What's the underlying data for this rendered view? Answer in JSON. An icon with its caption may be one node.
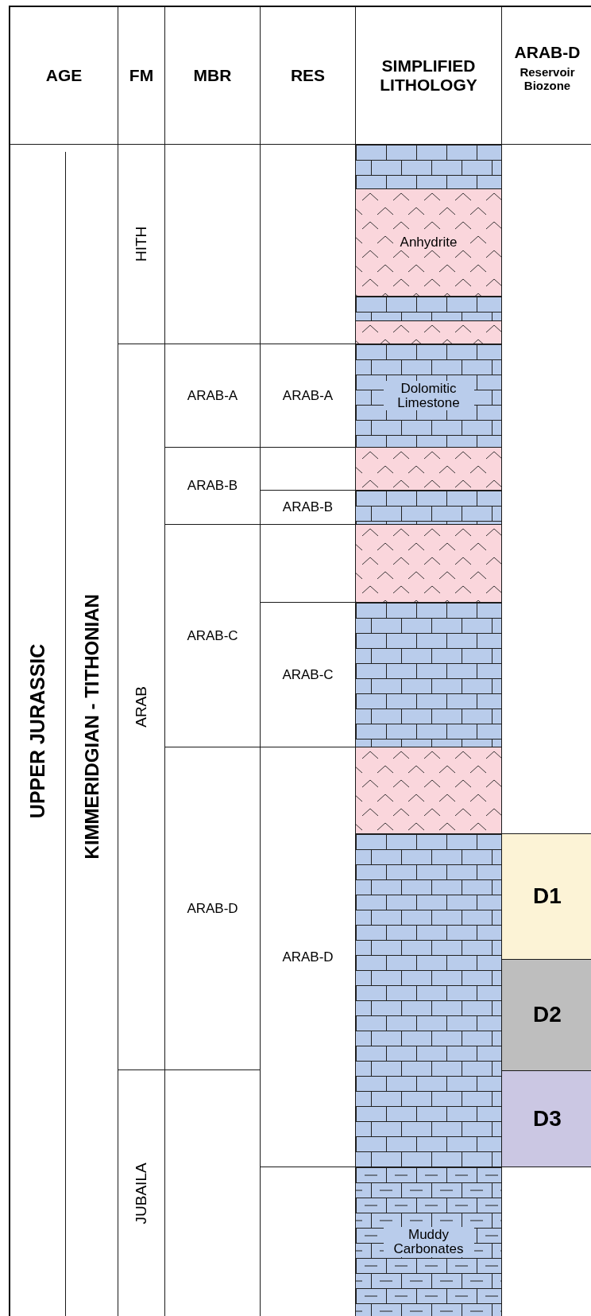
{
  "diagram": {
    "nodes": [
      {
        "text": [
          "AGE"
        ]
      },
      {
        "text": [
          "FM"
        ]
      },
      {
        "text": [
          "MBR"
        ]
      },
      {
        "text": [
          "RES"
        ]
      },
      {
        "text": [
          "SIMPLIFIED LITHOLOGY"
        ]
      },
      {
        "text": [
          "ARAB-D",
          "Reservoir Biozone"
        ]
      },
      {
        "text": [
          "UPPER JURASSIC"
        ]
      },
      {
        "text": [
          "KIMMERIDGIAN - TITHONIAN"
        ]
      },
      {
        "text": [
          "HITH"
        ]
      },
      {
        "text": [
          "ARAB"
        ]
      },
      {
        "text": [
          "JUBAILA"
        ]
      },
      {
        "text": [
          "ARAB-A"
        ]
      },
      {
        "text": [
          "ARAB-B"
        ]
      },
      {
        "text": [
          "ARAB-C"
        ]
      },
      {
        "text": [
          "ARAB-D"
        ]
      },
      {
        "text": [
          "ARAB-A"
        ]
      },
      {
        "text": [
          "ARAB-B"
        ]
      },
      {
        "text": [
          "ARAB-C"
        ]
      },
      {
        "text": [
          "ARAB-D"
        ]
      },
      {
        "text": [],
        "shape": "box"
      },
      {
        "text": [
          "Anhydrite"
        ]
      },
      {
        "text": [],
        "shape": "box"
      },
      {
        "text": [],
        "shape": "box"
      },
      {
        "text": [
          "Dolomitic Limestone"
        ]
      },
      {
        "text": [],
        "shape": "box"
      },
      {
        "text": [],
        "shape": "box"
      },
      {
        "text": [],
        "shape": "box"
      },
      {
        "text": [],
        "shape": "box"
      },
      {
        "text": [],
        "shape": "box"
      },
      {
        "text": [],
        "shape": "box"
      },
      {
        "text": [
          "Muddy Carbonates"
        ]
      },
      {
        "text": [
          "D1"
        ]
      },
      {
        "text": [
          "D2"
        ]
      },
      {
        "text": [
          "D3"
        ]
      }
    ]
  }
}
